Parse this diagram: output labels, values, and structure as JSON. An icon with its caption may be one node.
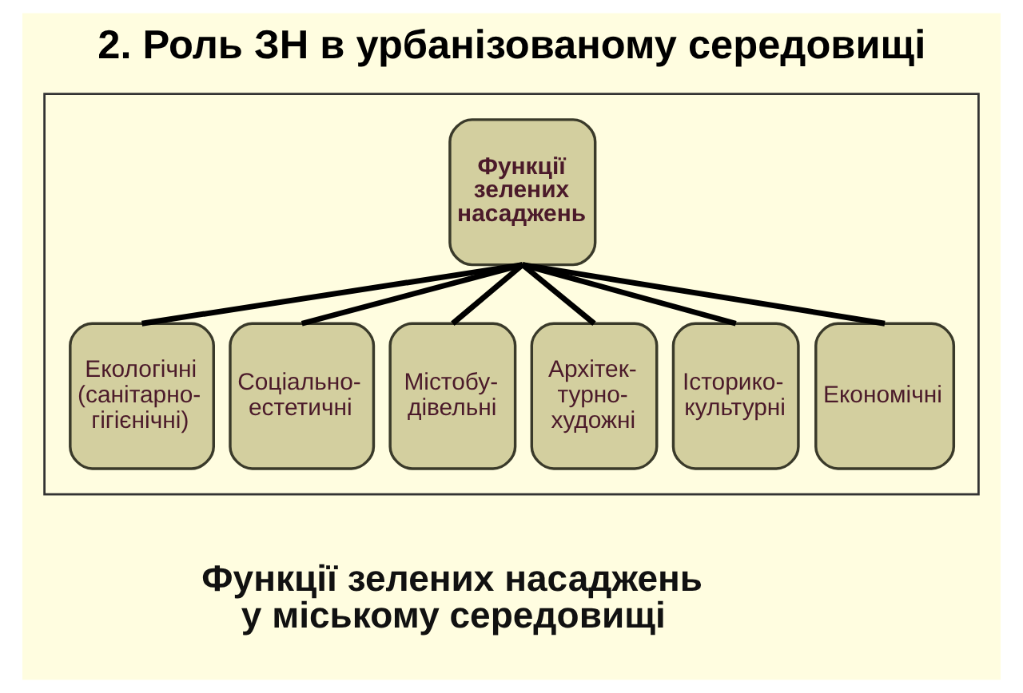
{
  "diagram": {
    "title": "2. Роль ЗН в урбанізованому середовищі",
    "caption": "Функції зелених насаджень у міському середовищі",
    "nodes": [
      {
        "text": [],
        "shape": "box"
      },
      {
        "text": [
          "Функції зелених насаджень"
        ],
        "in": 0
      },
      {
        "text": [
          "Екологічні (санітарно- гігієнічні)"
        ],
        "in": 0
      },
      {
        "text": [
          "Соціально- естетичні"
        ],
        "in": 0
      },
      {
        "text": [
          "Містобу- дівельні"
        ],
        "in": 0
      },
      {
        "text": [
          "Архітек- турно- художні"
        ],
        "in": 0
      },
      {
        "text": [
          "Історико- культурні"
        ],
        "in": 0
      },
      {
        "text": [
          "Економічні"
        ],
        "in": 0
      }
    ],
    "edges": [
      {
        "from": 1,
        "to": 2,
        "arrow": "none"
      },
      {
        "from": 1,
        "to": 3,
        "arrow": "none"
      },
      {
        "from": 1,
        "to": 4,
        "arrow": "none"
      },
      {
        "from": 1,
        "to": 5,
        "arrow": "none"
      },
      {
        "from": 1,
        "to": 6,
        "arrow": "none"
      },
      {
        "from": 1,
        "to": 7,
        "arrow": "none"
      }
    ]
  }
}
